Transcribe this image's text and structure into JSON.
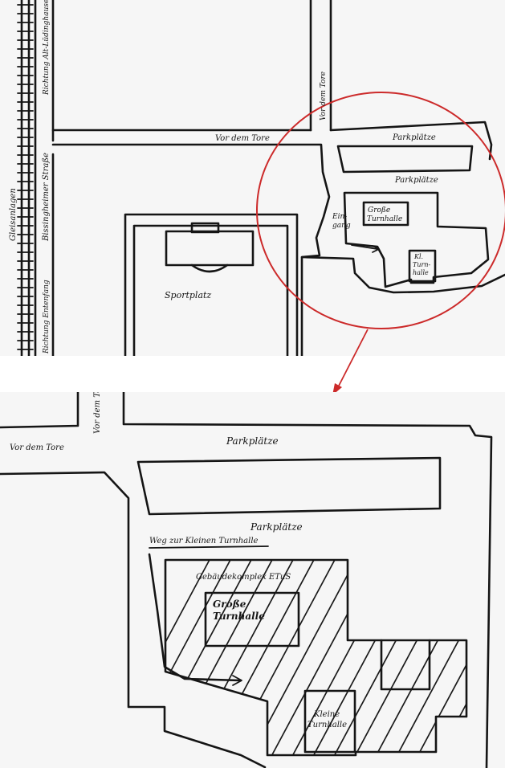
{
  "colors": {
    "ink": "#151515",
    "highlight": "#cc2a2a",
    "paper": "#f7f7f7"
  },
  "overview": {
    "rail": {
      "label": "Gleisanlagen"
    },
    "main_road": {
      "label": "Bissingheimer Straße",
      "direction_north": "Richtung Alt-Lüdinghausen",
      "direction_south": "Richtung Entenfang"
    },
    "street_vertical": {
      "label": "Vor dem Tore"
    },
    "street_horizontal": {
      "label": "Vor dem Tore"
    },
    "parking_upper": {
      "label": "Parkplätze"
    },
    "parking_lower": {
      "label": "Parkplätze"
    },
    "entrance": {
      "label_line1": "Ein-",
      "label_line2": "gang"
    },
    "big_hall": {
      "label_line1": "Große",
      "label_line2": "Turnhalle"
    },
    "small_hall": {
      "label_line1": "Kl.",
      "label_line2": "Turn-",
      "label_line3": "halle"
    },
    "sports_field": {
      "label": "Sportplatz"
    }
  },
  "detail": {
    "street_vertical": {
      "label": "Vor dem Tore"
    },
    "street_horizontal": {
      "label": "Vor dem Tore"
    },
    "parking_upper": {
      "label": "Parkplätze"
    },
    "parking_lower": {
      "label": "Parkplätze"
    },
    "path": {
      "label": "Weg zur Kleinen Turnhalle"
    },
    "complex": {
      "label": "Gebäudekomplex ETuS"
    },
    "big_hall": {
      "label_line1": "Große",
      "label_line2": "Turnhalle"
    },
    "small_hall": {
      "label_line1": "Kleine",
      "label_line2": "Turnhalle"
    }
  }
}
